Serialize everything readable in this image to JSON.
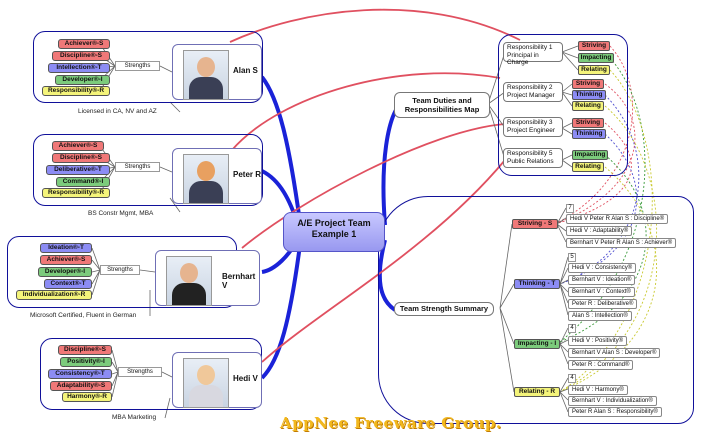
{
  "central": {
    "title": "A/E Project Team Example 1"
  },
  "people": [
    {
      "name": "Alan S",
      "strengths_label": "Strengths",
      "note": "Licensed in CA, NV and AZ",
      "strengths": [
        {
          "label": "Achiever®-S",
          "color": "#f07878"
        },
        {
          "label": "Discipline®-S",
          "color": "#f07878"
        },
        {
          "label": "Intellection®-T",
          "color": "#8c8cf4"
        },
        {
          "label": "Developer®-I",
          "color": "#7ccb7c"
        },
        {
          "label": "Responsibility®-R",
          "color": "#f4f47a"
        }
      ]
    },
    {
      "name": "Peter R",
      "strengths_label": "Strengths",
      "note": "BS Constr Mgmt, MBA",
      "strengths": [
        {
          "label": "Achiever®-S",
          "color": "#f07878"
        },
        {
          "label": "Discipline®-S",
          "color": "#f07878"
        },
        {
          "label": "Deliberative®-T",
          "color": "#8c8cf4"
        },
        {
          "label": "Command®-I",
          "color": "#7ccb7c"
        },
        {
          "label": "Responsibility®-R",
          "color": "#f4f47a"
        }
      ]
    },
    {
      "name": "Bernhart V",
      "strengths_label": "Strengths",
      "note": "Microsoft Certified, Fluent in German",
      "strengths": [
        {
          "label": "Ideation®-T",
          "color": "#8c8cf4"
        },
        {
          "label": "Achiever®-S",
          "color": "#f07878"
        },
        {
          "label": "Developer®-I",
          "color": "#7ccb7c"
        },
        {
          "label": "Context®-T",
          "color": "#8c8cf4"
        },
        {
          "label": "Individualization®-R",
          "color": "#f4f47a"
        }
      ]
    },
    {
      "name": "Hedi V",
      "strengths_label": "Strengths",
      "note": "MBA Marketing",
      "strengths": [
        {
          "label": "Discipline®-S",
          "color": "#f07878"
        },
        {
          "label": "Positivity®-I",
          "color": "#7ccb7c"
        },
        {
          "label": "Consistency®-T",
          "color": "#8c8cf4"
        },
        {
          "label": "Adaptability®-S",
          "color": "#f07878"
        },
        {
          "label": "Harmony®-R",
          "color": "#f4f47a"
        }
      ]
    }
  ],
  "duties": {
    "title": "Team Duties and Responsibilities Map",
    "responsibilities": [
      {
        "label": "Responsibility 1 Principal in Charge",
        "tags": [
          {
            "label": "Striving",
            "color": "#f07878"
          },
          {
            "label": "Impacting",
            "color": "#7ccb7c"
          },
          {
            "label": "Relating",
            "color": "#f4f47a"
          }
        ]
      },
      {
        "label": "Responsibility 2 Project Manager",
        "tags": [
          {
            "label": "Striving",
            "color": "#f07878"
          },
          {
            "label": "Thinking",
            "color": "#8c8cf4"
          },
          {
            "label": "Relating",
            "color": "#f4f47a"
          }
        ]
      },
      {
        "label": "Responsibility 3 Project Engineer",
        "tags": [
          {
            "label": "Striving",
            "color": "#f07878"
          },
          {
            "label": "Thinking",
            "color": "#8c8cf4"
          }
        ]
      },
      {
        "label": "Responsibility 5 Public Relations",
        "tags": [
          {
            "label": "Impacting",
            "color": "#7ccb7c"
          },
          {
            "label": "Relating",
            "color": "#f4f47a"
          }
        ]
      }
    ]
  },
  "summary": {
    "title": "Team Strength Summary",
    "groups": [
      {
        "label": "Striving - S",
        "color": "#f07878",
        "count": "7",
        "items": [
          "Hedi V Peter R Alan S : Discipline®",
          "Hedi V : Adaptability®",
          "Bernhart V Peter R Alan S : Achiever®"
        ]
      },
      {
        "label": "Thinking - T",
        "color": "#8c8cf4",
        "count": "5",
        "items": [
          "Hedi V : Consistency®",
          "Bernhart V : Ideation®",
          "Bernhart V : Context®",
          "Peter R : Deliberative®",
          "Alan S : Intellection®"
        ]
      },
      {
        "label": "Impacting - I",
        "color": "#7ccb7c",
        "count": "4",
        "items": [
          "Hedi V : Positivity®",
          "Bernhart V Alan S : Developer®",
          "Peter R : Command®"
        ]
      },
      {
        "label": "Relating - R",
        "color": "#f4f47a",
        "count": "4",
        "items": [
          "Hedi V : Harmony®",
          "Bernhart V : Individualization®",
          "Peter R Alan S : Responsibility®"
        ]
      }
    ]
  },
  "watermark": "AppNee Freeware Group."
}
